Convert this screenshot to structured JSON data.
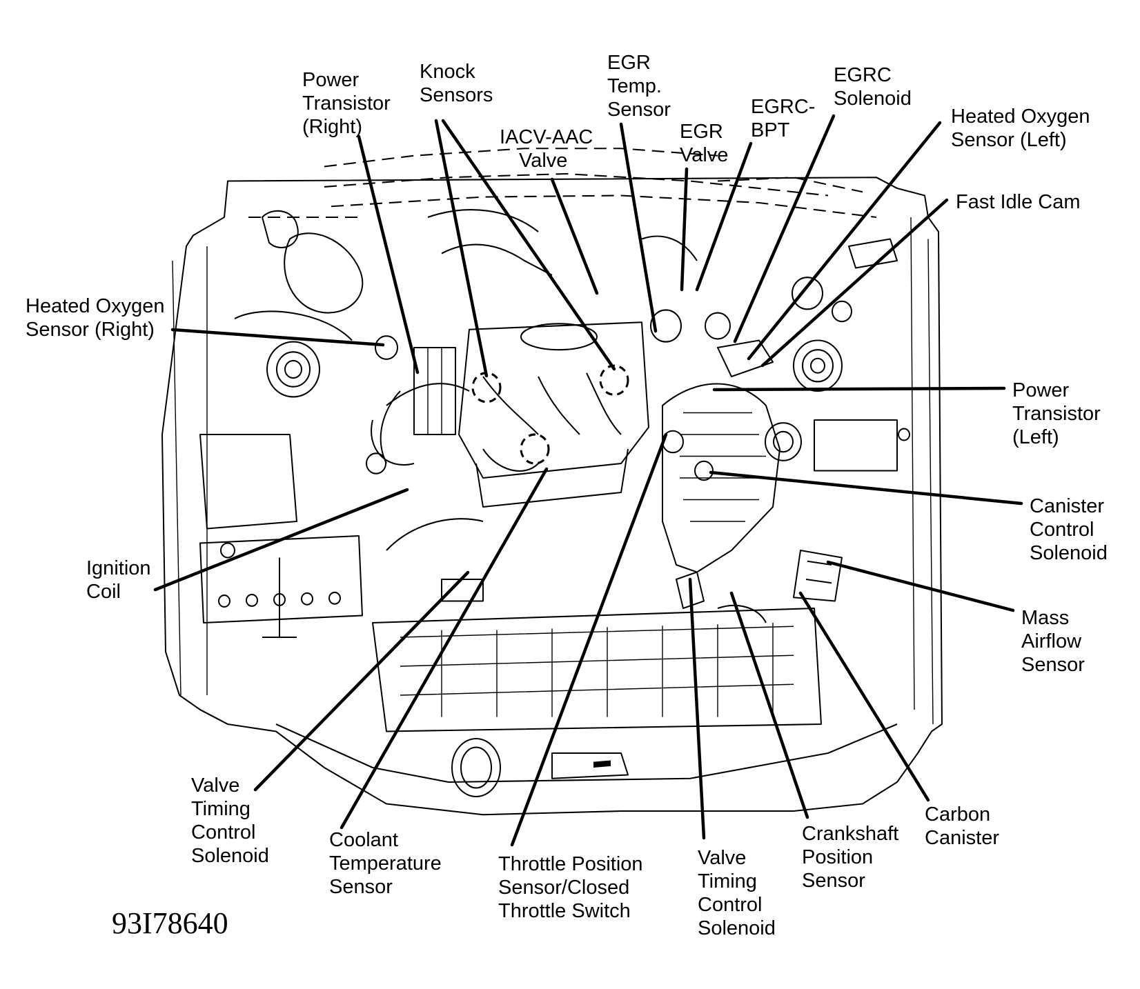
{
  "figure": {
    "title": "Engine Component Locations",
    "figure_id": "93I78640",
    "colors": {
      "ink": "#000000",
      "paper": "#ffffff"
    }
  },
  "labels": [
    {
      "id": "power-transistor-right",
      "lines": [
        "Power",
        "Transistor",
        "(Right)"
      ]
    },
    {
      "id": "knock-sensors",
      "lines": [
        "Knock",
        "Sensors"
      ]
    },
    {
      "id": "iacv-aac-valve",
      "lines": [
        "IACV-AAC",
        "Valve"
      ]
    },
    {
      "id": "egr-temp-sensor",
      "lines": [
        "EGR",
        "Temp.",
        "Sensor"
      ]
    },
    {
      "id": "egr-valve",
      "lines": [
        "EGR",
        "Valve"
      ]
    },
    {
      "id": "egrc-bpt",
      "lines": [
        "EGRC-",
        "BPT"
      ]
    },
    {
      "id": "egrc-solenoid",
      "lines": [
        "EGRC",
        "Solenoid"
      ]
    },
    {
      "id": "heated-oxygen-sensor-left",
      "lines": [
        "Heated Oxygen",
        "Sensor (Left)"
      ]
    },
    {
      "id": "fast-idle-cam",
      "lines": [
        "Fast Idle Cam"
      ]
    },
    {
      "id": "heated-oxygen-sensor-right",
      "lines": [
        "Heated Oxygen",
        "Sensor (Right)"
      ]
    },
    {
      "id": "power-transistor-left",
      "lines": [
        "Power",
        "Transistor",
        "(Left)"
      ]
    },
    {
      "id": "canister-control-solenoid",
      "lines": [
        "Canister",
        "Control",
        "Solenoid"
      ]
    },
    {
      "id": "mass-airflow-sensor",
      "lines": [
        "Mass",
        "Airflow",
        "Sensor"
      ]
    },
    {
      "id": "ignition-coil",
      "lines": [
        "Ignition",
        "Coil"
      ]
    },
    {
      "id": "valve-timing-control-solenoid-right",
      "lines": [
        "Valve",
        "Timing",
        "Control",
        "Solenoid"
      ]
    },
    {
      "id": "coolant-temperature-sensor",
      "lines": [
        "Coolant",
        "Temperature",
        "Sensor"
      ]
    },
    {
      "id": "throttle-position-sensor",
      "lines": [
        "Throttle Position",
        "Sensor/Closed",
        "Throttle Switch"
      ]
    },
    {
      "id": "valve-timing-control-solenoid-left",
      "lines": [
        "Valve",
        "Timing",
        "Control",
        "Solenoid"
      ]
    },
    {
      "id": "crankshaft-position-sensor",
      "lines": [
        "Crankshaft",
        "Position",
        "Sensor"
      ]
    },
    {
      "id": "carbon-canister",
      "lines": [
        "Carbon",
        "Canister"
      ]
    }
  ]
}
